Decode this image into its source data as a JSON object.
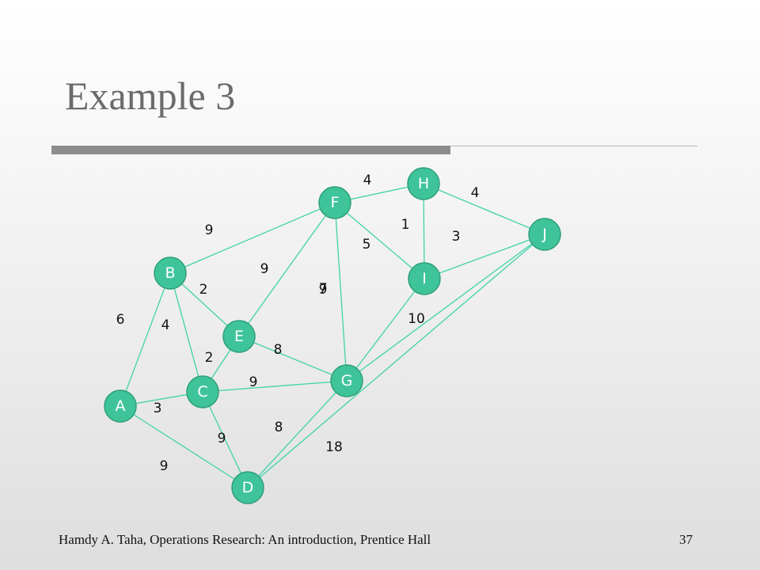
{
  "slide": {
    "title": "Example 3",
    "footer": "Hamdy A. Taha, Operations Research: An introduction, Prentice Hall",
    "page_number": "37"
  },
  "graph": {
    "colors": {
      "node": "#3fc49a",
      "edge": "#3fd3a8",
      "label": "#ffffff",
      "weight": "#111111"
    },
    "nodes": [
      "A",
      "B",
      "C",
      "D",
      "E",
      "F",
      "G",
      "H",
      "I",
      "J"
    ],
    "edges": [
      {
        "from": "A",
        "to": "B",
        "weight": "6"
      },
      {
        "from": "A",
        "to": "C",
        "weight": "3"
      },
      {
        "from": "A",
        "to": "D",
        "weight": "9"
      },
      {
        "from": "B",
        "to": "F",
        "weight": "9"
      },
      {
        "from": "B",
        "to": "E",
        "weight": "2"
      },
      {
        "from": "B",
        "to": "C",
        "weight": "4"
      },
      {
        "from": "C",
        "to": "E",
        "weight": "2"
      },
      {
        "from": "C",
        "to": "G",
        "weight": "9"
      },
      {
        "from": "C",
        "to": "D",
        "weight": "9"
      },
      {
        "from": "E",
        "to": "F",
        "weight": "9"
      },
      {
        "from": "E",
        "to": "G",
        "weight": "8"
      },
      {
        "from": "F",
        "to": "G",
        "weight": "7"
      },
      {
        "from": "F",
        "to": "H",
        "weight": "4"
      },
      {
        "from": "F",
        "to": "I",
        "weight": "5"
      },
      {
        "from": "H",
        "to": "I",
        "weight": "1"
      },
      {
        "from": "H",
        "to": "J",
        "weight": "4"
      },
      {
        "from": "I",
        "to": "J",
        "weight": "3"
      },
      {
        "from": "I",
        "to": "G",
        "weight": "10"
      },
      {
        "from": "G",
        "to": "D",
        "weight": "8"
      },
      {
        "from": "G",
        "to": "J",
        "weight": ""
      },
      {
        "from": "D",
        "to": "J",
        "weight": "18"
      }
    ],
    "extra_labels": [
      "9"
    ]
  }
}
